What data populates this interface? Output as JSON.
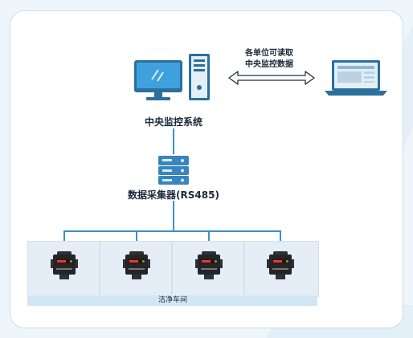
{
  "central_system": {
    "label": "中央监控系统"
  },
  "collector": {
    "label": "数据采集器(RS485)"
  },
  "access_note": {
    "line1": "各单位可读取",
    "line2": "中央监控数据"
  },
  "workshop": {
    "label": "洁净车间",
    "counter_count": 4
  },
  "colors": {
    "accent": "#3d8fc5",
    "band": "#d3e6f3",
    "cell": "#e5eef6",
    "device_dark": "#232628"
  }
}
